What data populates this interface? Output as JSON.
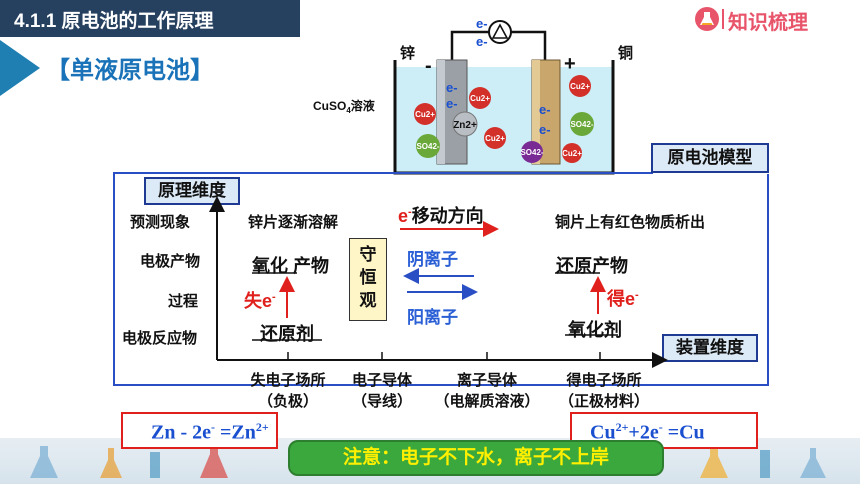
{
  "header": {
    "title": "4.1.1  原电池的工作原理",
    "brand": "知识梳理"
  },
  "section_title": "【单液原电池】",
  "cell": {
    "zinc_label": "锌",
    "copper_label": "铜",
    "solution_label_pre": "CuSO",
    "solution_label_sub": "4",
    "solution_label_post": "溶液",
    "minus": "-",
    "plus": "+",
    "electron": "e-",
    "ions": {
      "cu2": "Cu2+",
      "zn2": "Zn2+",
      "so4": "SO42-"
    }
  },
  "model": {
    "title": "原电池模型",
    "principle_axis": "原理维度",
    "device_axis": "装置维度",
    "y_labels": [
      "预测现象",
      "电极产物",
      "过程",
      "电极反应物"
    ],
    "zinc_phenomenon": "锌片逐渐溶解",
    "copper_phenomenon": "铜片上有红色物质析出",
    "electron_direction": "e-移动方向",
    "electron_e": "e",
    "electron_dir_rest": "移动方向",
    "anion": "阴离子",
    "cation": "阳离子",
    "conservation": [
      "守",
      "恒",
      "观"
    ],
    "oxidation_product": "氧化",
    "reduction_product": "还原",
    "product": "产物",
    "reductant": "还原剂",
    "oxidant": "氧化剂",
    "lose_e": "失e",
    "gain_e": "得e",
    "x_labels": [
      {
        "line1": "失电子场所",
        "line2": "（负极）"
      },
      {
        "line1": "电子导体",
        "line2": "（导线）"
      },
      {
        "line1": "离子导体",
        "line2": "（电解质溶液）"
      },
      {
        "line1": "得电子场所",
        "line2": "（正极材料）"
      }
    ]
  },
  "equations": {
    "anode": "Zn - 2e",
    "anode_sup1": "-",
    "anode_mid": " =Zn",
    "anode_sup2": "2+",
    "cathode": "Cu",
    "cathode_sup1": "2+",
    "cathode_mid": "+2e",
    "cathode_sup2": "-",
    "cathode_end": " =Cu"
  },
  "notice": "注意：电子不下水，离子不上岸",
  "colors": {
    "accent_blue": "#1a73b8",
    "red": "#e0201c",
    "notice_bg": "#3aa83c",
    "notice_text": "#ffef00"
  }
}
